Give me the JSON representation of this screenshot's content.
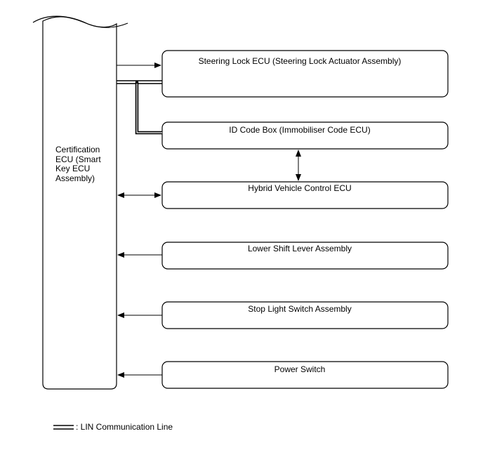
{
  "certification_ecu": {
    "label": "Certification\nECU (Smart\nKey ECU\nAssembly)"
  },
  "boxes": [
    {
      "label": "Steering Lock ECU (Steering Lock Actuator Assembly)"
    },
    {
      "label": "ID Code Box (Immobiliser Code ECU)"
    },
    {
      "label": "Hybrid Vehicle Control ECU"
    },
    {
      "label": "Lower Shift Lever Assembly"
    },
    {
      "label": "Stop Light Switch Assembly"
    },
    {
      "label": "Power Switch"
    }
  ],
  "legend": {
    "label": ": LIN Communication Line"
  }
}
